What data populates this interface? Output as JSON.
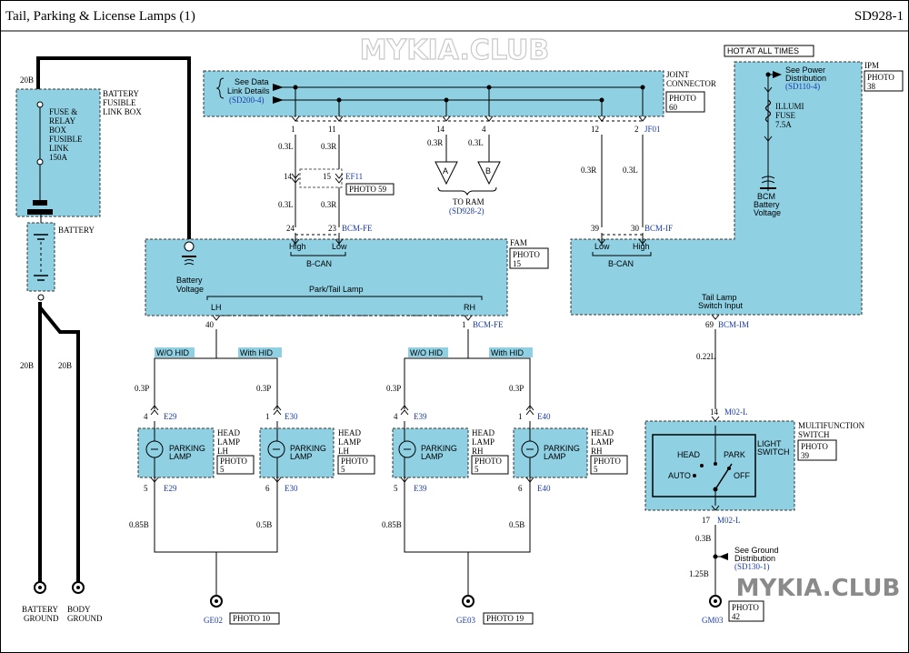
{
  "header": {
    "title": "Tail, Parking & License Lamps (1)",
    "code": "SD928-1"
  },
  "watermark": "MYKIA.CLUB",
  "hot_all_times": "HOT AT ALL TIMES",
  "battery_fusible": {
    "label": "BATTERY FUSIBLE LINK BOX",
    "fuse_lines": [
      "FUSE &",
      "RELAY",
      "BOX",
      "FUSIBLE",
      "LINK",
      "150A"
    ],
    "wire": "20B"
  },
  "battery": {
    "label": "BATTERY",
    "wire_left": "20B",
    "wire_right": "20B"
  },
  "grounds": {
    "battery_ground": [
      "BATTERY",
      "GROUND"
    ],
    "body_ground": [
      "BODY",
      "GROUND"
    ]
  },
  "joint_connector": {
    "label": [
      "JOINT",
      "CONNECTOR"
    ],
    "photo": [
      "PHOTO",
      "60"
    ],
    "see": [
      "See Data",
      "Link Details"
    ],
    "ref": "(SD200-4)",
    "code": "JF01"
  },
  "pins_top": {
    "p1": "1",
    "p11": "11",
    "p14": "14",
    "p4": "4",
    "p12": "12",
    "p2": "2"
  },
  "wires_top": {
    "w1": "0.3L",
    "w2": "0.3R",
    "w3": "0.3R",
    "w4": "0.3L",
    "w5": "0.3R",
    "w6": "0.3L"
  },
  "ef11": {
    "p14": "14",
    "p15": "15",
    "code": "EF11",
    "photo": "PHOTO 59",
    "w1": "0.3L",
    "w2": "0.3R"
  },
  "to_ram": {
    "a": "A",
    "b": "B",
    "label": "TO RAM",
    "ref": "(SD928-2)"
  },
  "fam": {
    "label": "FAM",
    "photo": [
      "PHOTO",
      "15"
    ],
    "p24": "24",
    "p23": "23",
    "code": "BCM-FE",
    "high": "High",
    "low": "Low",
    "bcan": "B-CAN",
    "batt": [
      "Battery",
      "Voltage"
    ],
    "park": "Park/Tail Lamp",
    "lh": "LH",
    "rh": "RH",
    "p40": "40",
    "p1": "1",
    "code2": "BCM-FE"
  },
  "ipm": {
    "label": "IPM",
    "photo": [
      "PHOTO",
      "38"
    ],
    "p39": "39",
    "p30": "30",
    "code": "BCM-IF",
    "low": "Low",
    "high": "High",
    "bcan": "B-CAN",
    "see": [
      "See Power",
      "Distribution"
    ],
    "ref": "(SD110-4)",
    "fuse": [
      "ILLUMI",
      "FUSE",
      "7.5A"
    ],
    "bcm": [
      "BCM",
      "Battery",
      "Voltage"
    ],
    "switch_input": [
      "Tail Lamp",
      "Switch Input"
    ],
    "p69": "69",
    "code2": "BCM-IM",
    "wire": "0.22L"
  },
  "hid": {
    "wo": "W/O HID",
    "with": "With HID"
  },
  "lamps": [
    {
      "top_pin": "4",
      "top_code": "E29",
      "bot_pin": "5",
      "bot_code": "E29",
      "w_top": "0.3P",
      "w_bot": "0.85B",
      "name": [
        "PARKING",
        "LAMP"
      ],
      "head": [
        "HEAD",
        "LAMP",
        "LH"
      ],
      "photo": [
        "PHOTO",
        "5"
      ]
    },
    {
      "top_pin": "1",
      "top_code": "E30",
      "bot_pin": "6",
      "bot_code": "E30",
      "w_top": "0.3P",
      "w_bot": "0.5B",
      "name": [
        "PARKING",
        "LAMP"
      ],
      "head": [
        "HEAD",
        "LAMP",
        "LH"
      ],
      "photo": [
        "PHOTO",
        "5"
      ]
    },
    {
      "top_pin": "4",
      "top_code": "E39",
      "bot_pin": "5",
      "bot_code": "E39",
      "w_top": "0.3P",
      "w_bot": "0.85B",
      "name": [
        "PARKING",
        "LAMP"
      ],
      "head": [
        "HEAD",
        "LAMP",
        "RH"
      ],
      "photo": [
        "PHOTO",
        "5"
      ]
    },
    {
      "top_pin": "1",
      "top_code": "E40",
      "bot_pin": "6",
      "bot_code": "E40",
      "w_top": "0.3P",
      "w_bot": "0.5B",
      "name": [
        "PARKING",
        "LAMP"
      ],
      "head": [
        "HEAD",
        "LAMP",
        "RH"
      ],
      "photo": [
        "PHOTO",
        "5"
      ]
    }
  ],
  "ground_pts": {
    "ge02": "GE02",
    "photo10": "PHOTO 10",
    "ge03": "GE03",
    "photo19": "PHOTO 19",
    "gm03": "GM03",
    "photo42": [
      "PHOTO",
      "42"
    ]
  },
  "multifunction": {
    "label": [
      "MULTIFUNCTION",
      "SWITCH"
    ],
    "photo": [
      "PHOTO",
      "39"
    ],
    "light": [
      "LIGHT",
      "SWITCH"
    ],
    "head": "HEAD",
    "park": "PARK",
    "auto": "AUTO",
    "off": "OFF",
    "p14": "14",
    "code": "M02-L",
    "p17": "17",
    "code2": "M02-L",
    "w1": "0.3B",
    "w2": "1.25B",
    "see": [
      "See Ground",
      "Distribution"
    ],
    "ref": "(SD130-1)"
  }
}
